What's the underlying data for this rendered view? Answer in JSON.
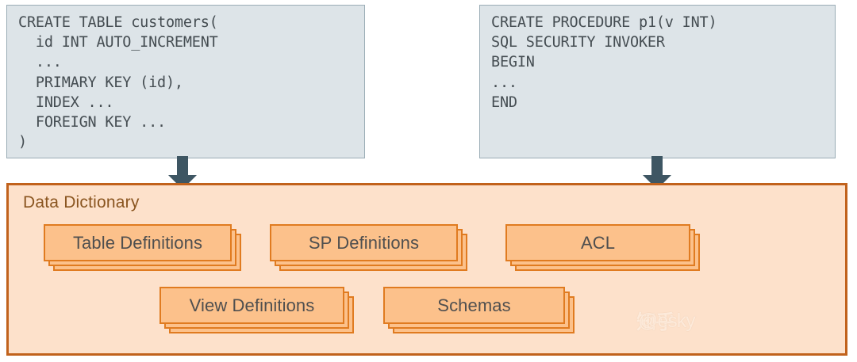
{
  "diagram": {
    "title": "Data Dictionary",
    "type": "block-diagram",
    "code_blocks": [
      {
        "id": "create-table",
        "label": "CREATE TABLE statement",
        "text": "CREATE TABLE customers(\n  id INT AUTO_INCREMENT\n  ...\n  PRIMARY KEY (id),\n  INDEX ...\n  FOREIGN KEY ...\n)"
      },
      {
        "id": "create-procedure",
        "label": "CREATE PROCEDURE statement",
        "text": "CREATE PROCEDURE p1(v INT)\nSQL SECURITY INVOKER\nBEGIN\n...\nEND"
      }
    ],
    "arrows": [
      {
        "id": "arrow-table-to-dd",
        "direction": "down",
        "from": "create-table",
        "to": "data-dictionary"
      },
      {
        "id": "arrow-procedure-to-dd",
        "direction": "down",
        "from": "create-procedure",
        "to": "data-dictionary"
      }
    ],
    "cards": [
      {
        "id": "table-definitions",
        "label": "Table Definitions",
        "row": 1
      },
      {
        "id": "sp-definitions",
        "label": "SP Definitions",
        "row": 1
      },
      {
        "id": "acl",
        "label": "ACL",
        "row": 1
      },
      {
        "id": "view-definitions",
        "label": "View Definitions",
        "row": 2
      },
      {
        "id": "schemas",
        "label": "Schemas",
        "row": 2
      }
    ]
  },
  "watermark": {
    "logo": "知乎",
    "user": "@esky"
  },
  "colors": {
    "code_box_fill": "#dde4e8",
    "code_box_border": "#9aacb5",
    "code_text": "#454d52",
    "arrow": "#3e5663",
    "container_fill": "#fde1cb",
    "container_border": "#c1621c",
    "container_title": "#8a5520",
    "card_fill": "#fcc18b",
    "card_border": "#e07b20",
    "card_text": "#4f4f4f"
  }
}
